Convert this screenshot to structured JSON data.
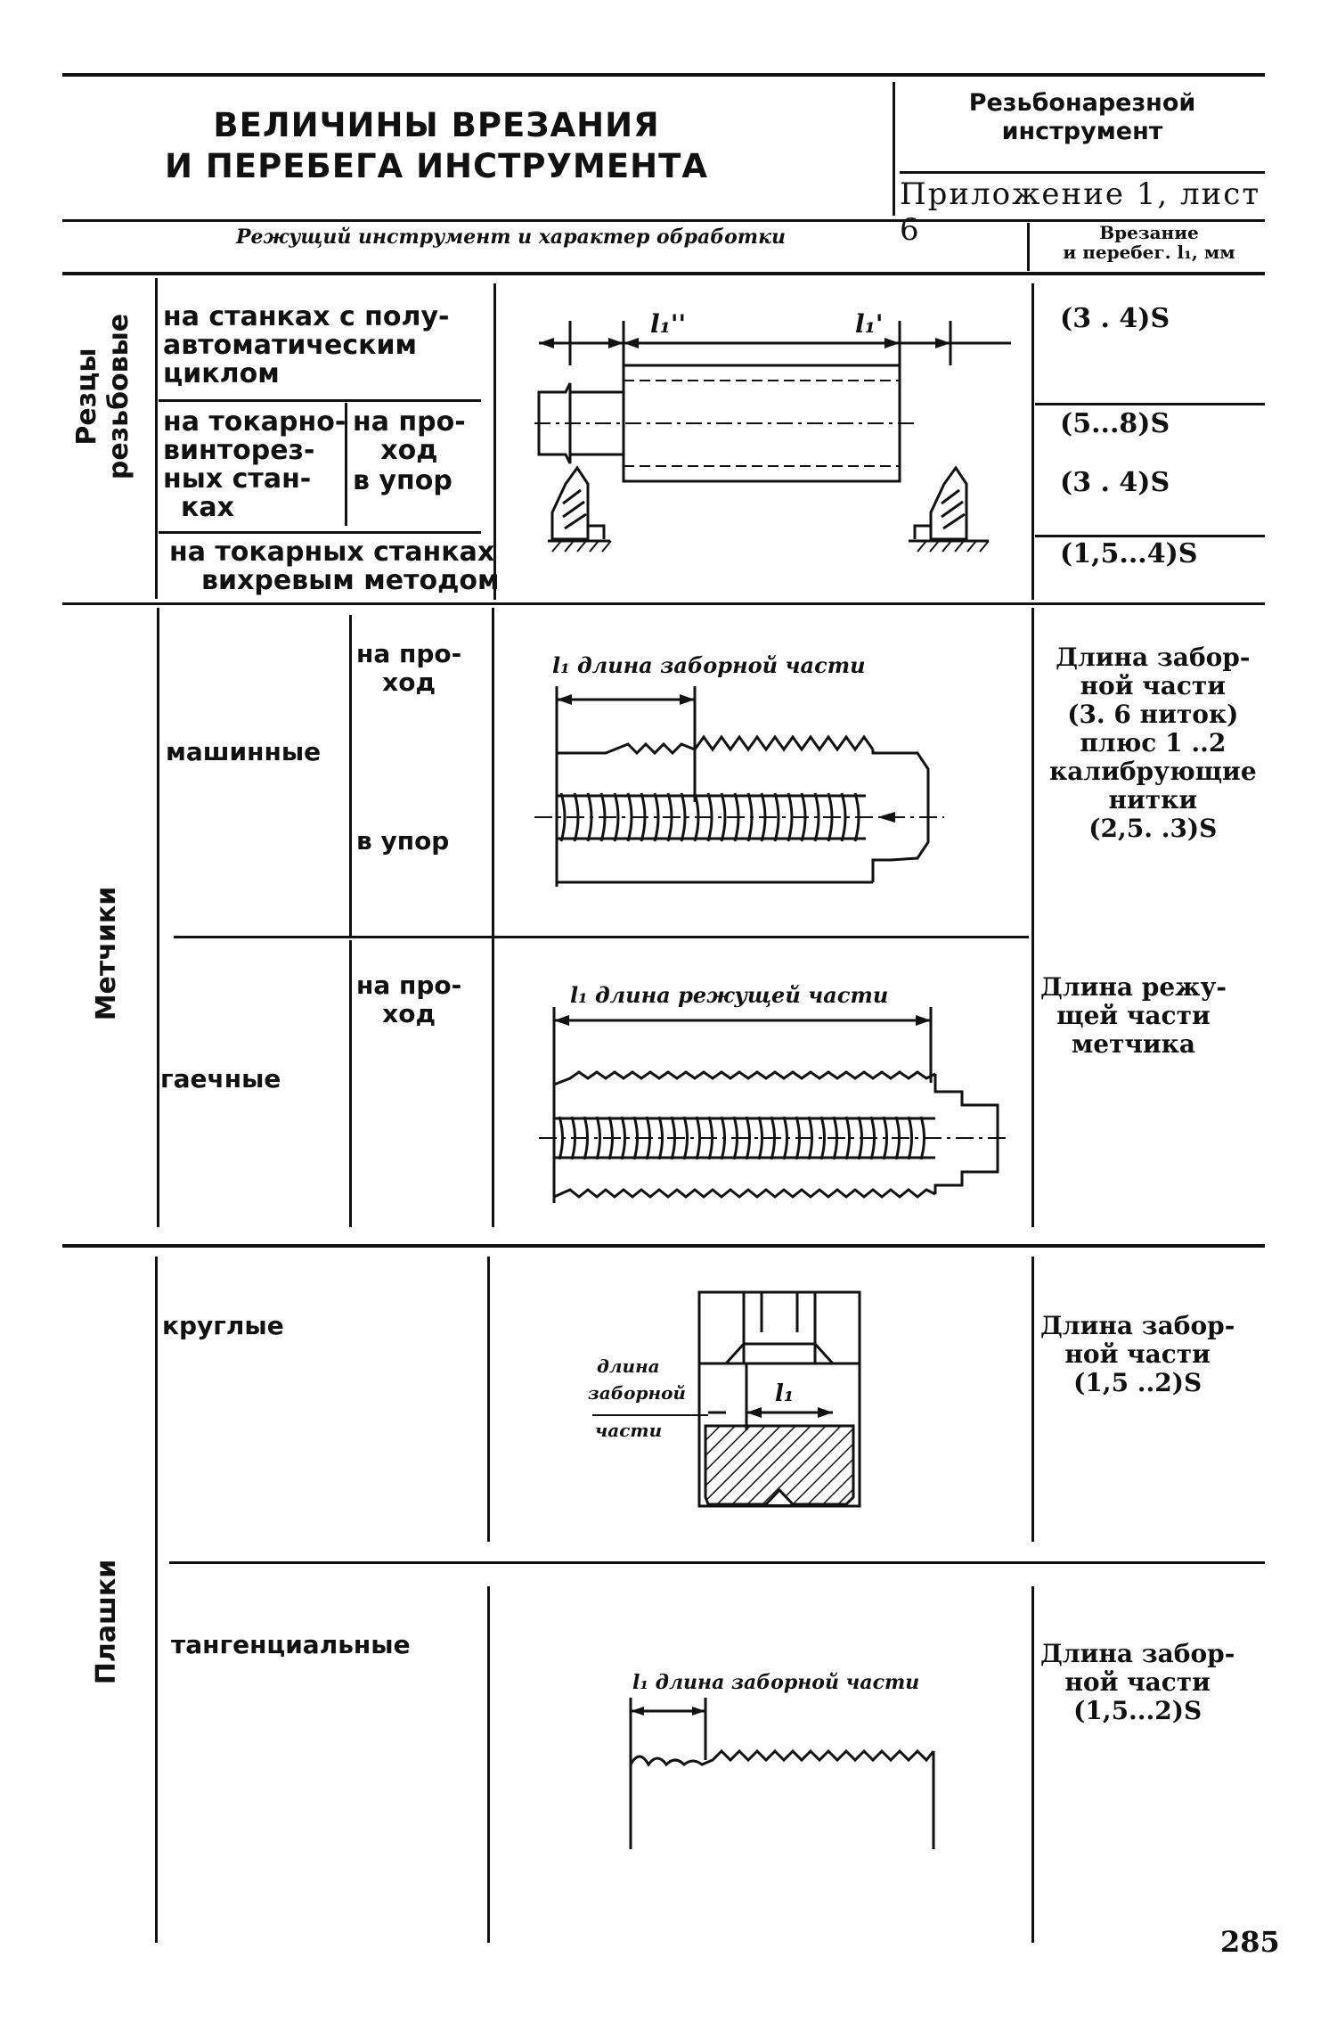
{
  "header": {
    "title_line1": "ВЕЛИЧИНЫ ВРЕЗАНИЯ",
    "title_line2": "И ПЕРЕБЕГА ИНСТРУМЕНТА",
    "category_line1": "Резьбонарезной",
    "category_line2": "инструмент",
    "appendix": "Приложение 1, лист 6"
  },
  "columns": {
    "tool": "Режущий инструмент и характер обработки",
    "value_line1": "Врезание",
    "value_line2": "и перебег. l₁, мм"
  },
  "cutters": {
    "group": "Резцы резьбовые",
    "group_line1": "Резцы",
    "group_line2": "резьбовые",
    "row1_line1": "на станках с полу-",
    "row1_line2": "автоматическим",
    "row1_line3": "циклом",
    "row2_line1": "на токарно-",
    "row2_line2": "винторез-",
    "row2_line3": "ных стан-",
    "row2_line4": "ках",
    "pass_line1": "на про-",
    "pass_line2": "ход",
    "stop": "в упор",
    "row3_line1": "на токарных станках",
    "row3_line2": "вихревым методом",
    "label_l1_2": "l₁''",
    "label_l1_1": "l₁'",
    "val1": "(3 . 4)S",
    "val2": "(5...8)S",
    "val3": "(3 . 4)S",
    "val4": "(1,5...4)S"
  },
  "taps": {
    "group": "Метчики",
    "machine": "машинные",
    "pass_line1": "на про-",
    "pass_line2": "ход",
    "stop": "в упор",
    "diagram1_label": "l₁ длина заборной части",
    "machine_desc_1": "Длина забор-",
    "machine_desc_2": "ной части",
    "machine_desc_3": "(3. 6 ниток)",
    "machine_desc_4": "плюс 1 ..2",
    "machine_desc_5": "калибрующие",
    "machine_desc_6": "нитки",
    "machine_desc_7": "(2,5. .3)S",
    "nut": "гаечные",
    "nut_pass_line1": "на про-",
    "nut_pass_line2": "ход",
    "diagram2_label": "l₁ длина режущей части",
    "nut_desc_1": "Длина режу-",
    "nut_desc_2": "щей части",
    "nut_desc_3": "метчика"
  },
  "dies": {
    "group": "Плашки",
    "round": "круглые",
    "diagram3_label_1": "длина",
    "diagram3_label_2": "заборной",
    "diagram3_label_3": "части",
    "diagram3_l1": "l₁",
    "round_desc_1": "Длина забор-",
    "round_desc_2": "ной части",
    "round_desc_3": "(1,5 ..2)S",
    "tangential": "тангенциальные",
    "diagram4_label": "l₁ длина заборной части",
    "tang_desc_1": "Длина забор-",
    "tang_desc_2": "ной части",
    "tang_desc_3": "(1,5...2)S"
  },
  "page_number": "285"
}
